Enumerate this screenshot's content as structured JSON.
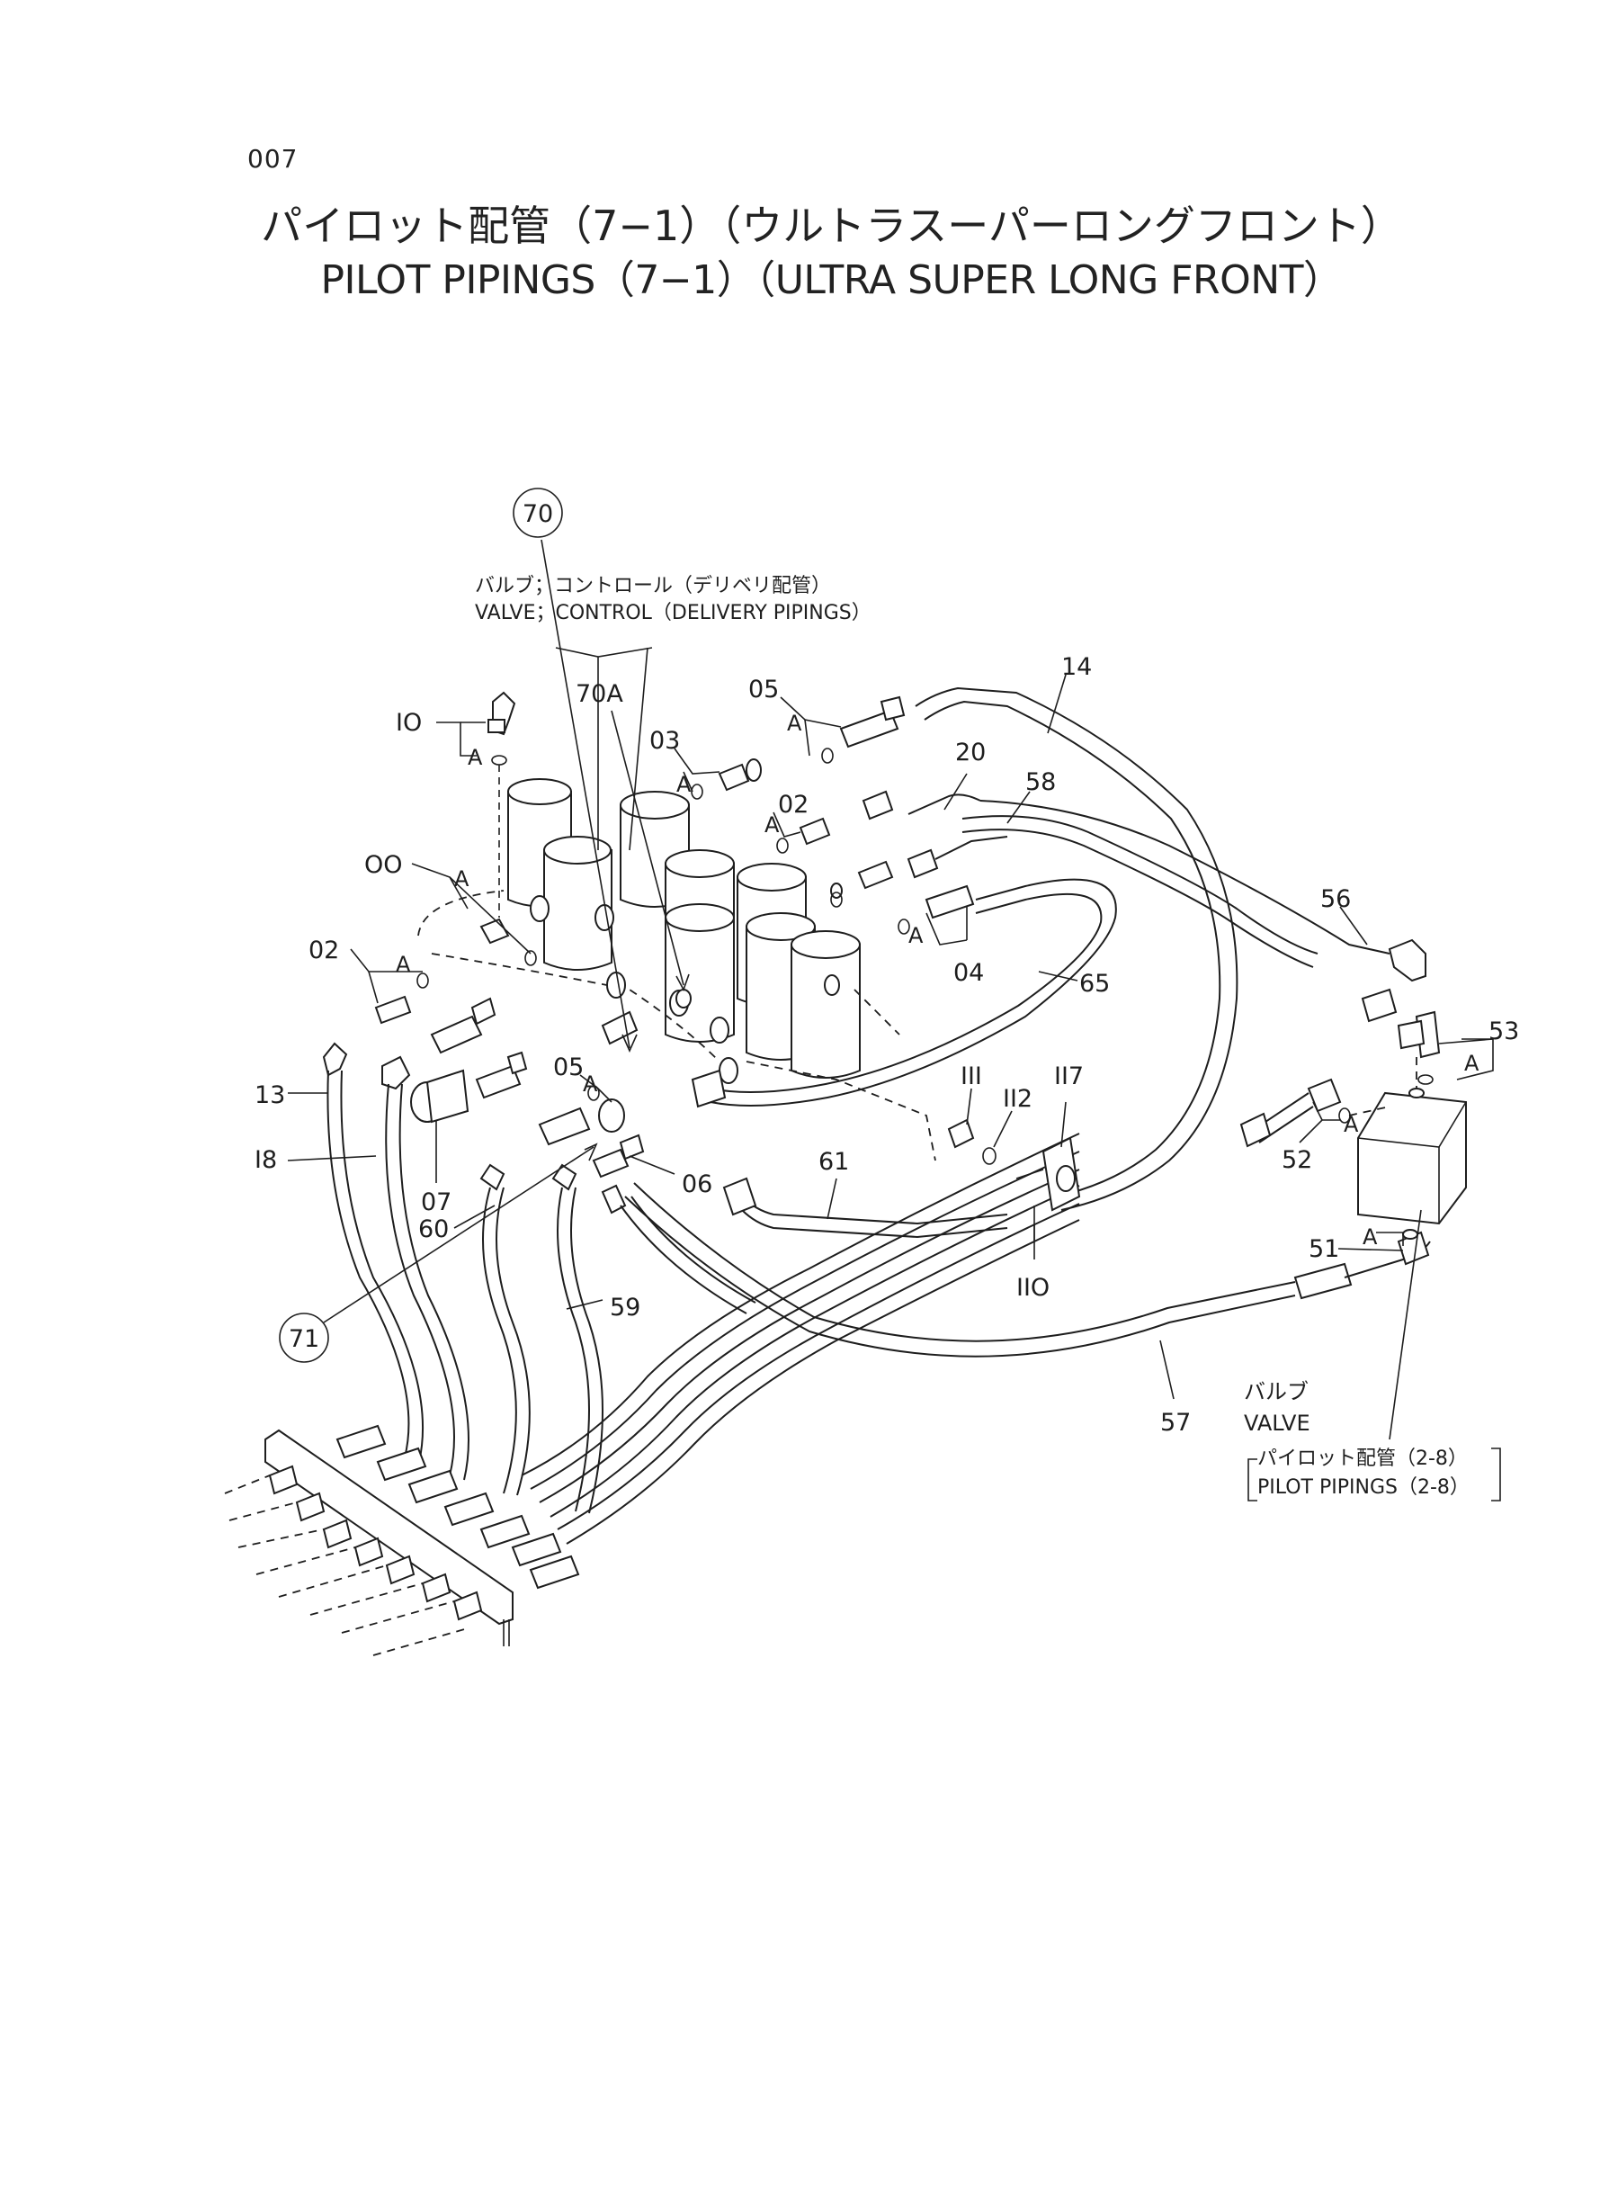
{
  "page_number": "007",
  "title": {
    "japanese": "パイロット配管（7−1）（ウルトラスーパーロングフロント）",
    "english": "PILOT PIPINGS（7−1）（ULTRA SUPER LONG FRONT）"
  },
  "annotations": {
    "control_valve_jp": "バルブ；コントロール（デリベリ配管）",
    "control_valve_en": "VALVE；CONTROL（DELIVERY PIPINGS）",
    "valve_jp": "バルブ",
    "valve_en": "VALVE",
    "ref_jp": "パイロット配管（2-8）",
    "ref_en": "PILOT PIPINGS（2-8）"
  },
  "part_labels": {
    "p70": "70",
    "p71": "71",
    "p70a": "70A",
    "p10": "IO",
    "p00": "OO",
    "p02_left": "02",
    "p02_mid": "02",
    "p03": "03",
    "p04": "04",
    "p05_top": "05",
    "p05_mid": "05",
    "p06": "06",
    "p07": "07",
    "p13": "13",
    "p14": "14",
    "p18": "I8",
    "p20": "20",
    "p51": "51",
    "p52": "52",
    "p53": "53",
    "p56": "56",
    "p57": "57",
    "p58": "58",
    "p59": "59",
    "p60": "60",
    "p61": "61",
    "p65": "65",
    "p110": "IIO",
    "p111": "III",
    "p112": "II2",
    "p117": "II7"
  },
  "connection_marker": "A"
}
